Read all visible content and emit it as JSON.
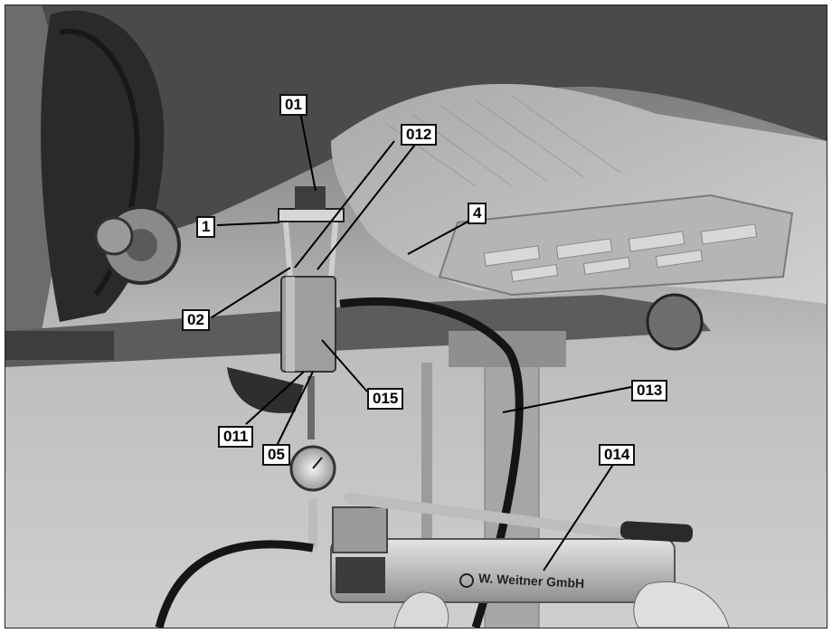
{
  "callouts": {
    "c01": "01",
    "c012": "012",
    "c1": "1",
    "c4": "4",
    "c02": "02",
    "c015": "015",
    "c013": "013",
    "c011": "011",
    "c05": "05",
    "c014": "014"
  },
  "pump_brand": "W. Weitner GmbH"
}
